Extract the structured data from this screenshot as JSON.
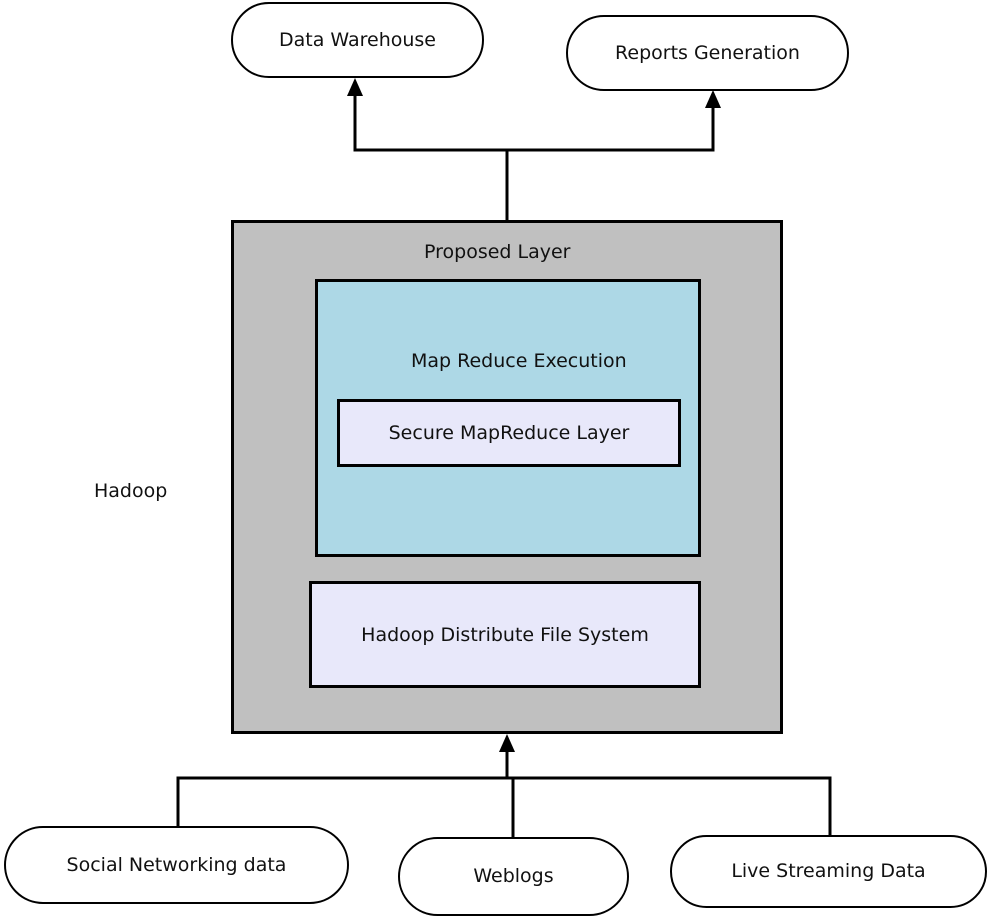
{
  "diagram": {
    "outputs": {
      "data_warehouse": "Data Warehouse",
      "reports_generation": "Reports Generation"
    },
    "hadoop_label": "Hadoop",
    "proposed_layer": {
      "title": "Proposed Layer",
      "map_reduce_execution": {
        "title": "Map Reduce Execution",
        "secure_mapreduce_layer": "Secure MapReduce Layer"
      },
      "hdfs": "Hadoop Distribute File System"
    },
    "inputs": {
      "social_networking": "Social Networking data",
      "weblogs": "Weblogs",
      "live_streaming": "Live Streaming Data"
    },
    "colors": {
      "outer_fill": "#c0c0c0",
      "map_reduce_fill": "#add8e6",
      "inner_box_fill": "#e8e8fa",
      "line": "#000000",
      "pill_fill": "#ffffff"
    }
  }
}
